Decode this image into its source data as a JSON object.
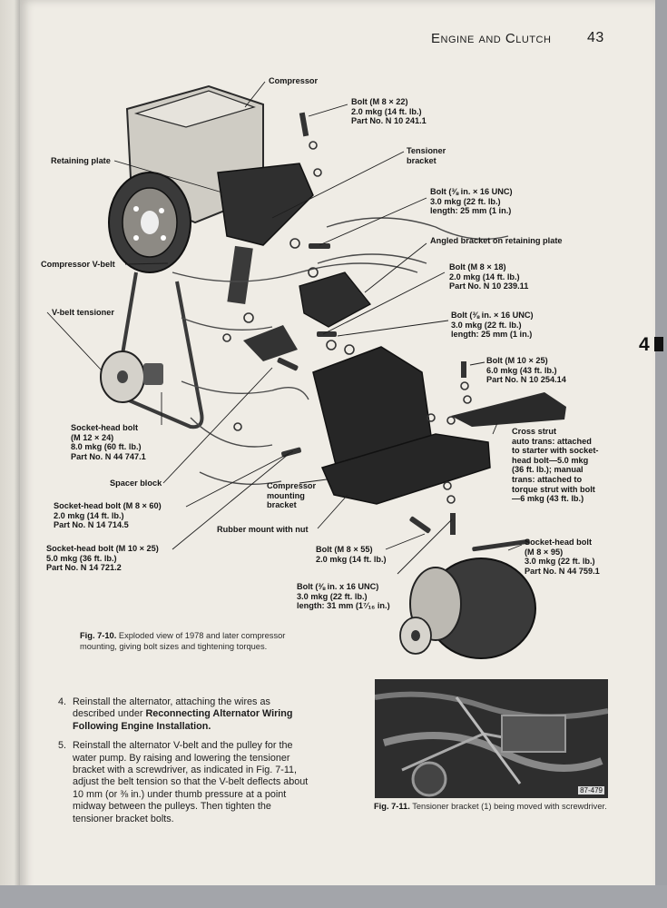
{
  "header": {
    "title": "Engine and Clutch",
    "page_number": "43"
  },
  "tab": {
    "chapter": "4"
  },
  "figure_710": {
    "labels": {
      "compressor": "Compressor",
      "bolt_m8x22": [
        "Bolt (M 8 × 22)",
        "2.0 mkg (14 ft. lb.)",
        "Part No. N 10 241.1"
      ],
      "retaining_plate": "Retaining plate",
      "tensioner_bracket": [
        "Tensioner",
        "bracket"
      ],
      "bolt_38_25": [
        "Bolt (⅜ in. × 16 UNC)",
        "3.0 mkg (22 ft. lb.)",
        "length: 25 mm (1 in.)"
      ],
      "angled_bracket": "Angled bracket on retaining plate",
      "compressor_vbelt": "Compressor V-belt",
      "bolt_m8x18": [
        "Bolt (M 8 × 18)",
        "2.0 mkg (14 ft. lb.)",
        "Part No. N 10 239.11"
      ],
      "vbelt_tensioner": "V-belt tensioner",
      "bolt_38_25b": [
        "Bolt (⅜ in. × 16 UNC)",
        "3.0 mkg (22 ft. lb.)",
        "length: 25 mm (1 in.)"
      ],
      "bolt_m10x25": [
        "Bolt (M 10 × 25)",
        "6.0 mkg (43 ft. lb.)",
        "Part No. N 10 254.14"
      ],
      "socket_m12x24": [
        "Socket-head bolt",
        "(M 12 × 24)",
        "8.0 mkg (60 ft. lb.)",
        "Part No. N 44 747.1"
      ],
      "cross_strut": [
        "Cross strut",
        "auto trans: attached",
        "to starter with socket-",
        "head bolt—5.0 mkg",
        "(36 ft. lb.); manual",
        "trans: attached to",
        "torque strut with bolt",
        "—6 mkg (43 ft. lb.)"
      ],
      "spacer_block": "Spacer block",
      "compressor_mount": [
        "Compressor",
        "mounting",
        "bracket"
      ],
      "socket_m8x60": [
        "Socket-head bolt (M 8 × 60)",
        "2.0 mkg (14 ft. lb.)",
        "Part No. N 14 714.5"
      ],
      "rubber_mount": "Rubber mount with nut",
      "socket_m10x25": [
        "Socket-head bolt (M 10 × 25)",
        "5.0 mkg (36 ft. lb.)",
        "Part No. N 14 721.2"
      ],
      "bolt_m8x55": [
        "Bolt (M 8 × 55)",
        "2.0 mkg (14 ft. lb.)"
      ],
      "socket_m8x95": [
        "Socket-head bolt",
        "(M 8 × 95)",
        "3.0 mkg (22 ft. lb.)",
        "Part No. N 44 759.1"
      ],
      "bolt_38_31": [
        "Bolt (⅜ in. x 16 UNC)",
        "3.0 mkg (22 ft. lb.)",
        "length: 31 mm (1⁷⁄₁₆ in.)"
      ]
    },
    "caption_label": "Fig. 7-10.",
    "caption_text": "Exploded view of 1978 and later compressor mounting, giving bolt sizes and tightening torques."
  },
  "steps": [
    {
      "number": "4.",
      "text_before": "Reinstall the alternator, attaching the wires as described under ",
      "bold": "Reconnecting Alternator Wiring Following Engine Installation.",
      "text_after": ""
    },
    {
      "number": "5.",
      "text_before": "Reinstall the alternator V-belt and the pulley for the water pump. By raising and lowering the tensioner bracket with a screwdriver, as indicated in Fig. 7-11, adjust the belt tension so that the V-belt deflects about 10 mm (or ⅜ in.) under thumb pressure at a point midway between the pulleys. Then tighten the tensioner bracket bolts.",
      "bold": "",
      "text_after": ""
    }
  ],
  "figure_711": {
    "photo_id": "87-479",
    "caption_label": "Fig. 7-11.",
    "caption_text": "Tensioner bracket (1) being moved with screwdriver."
  }
}
